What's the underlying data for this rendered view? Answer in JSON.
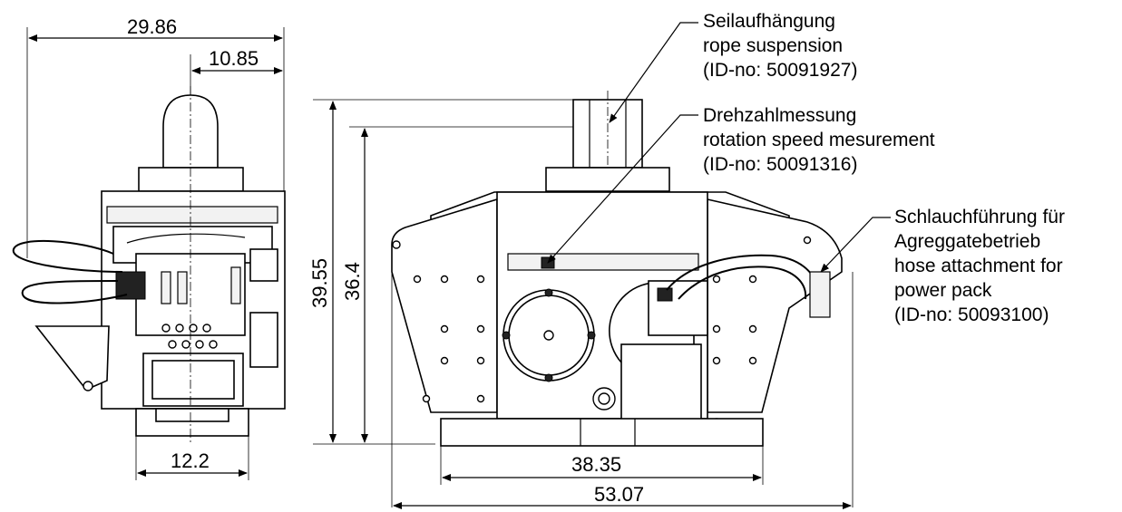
{
  "dimensions": {
    "side_overall_width": "29.86",
    "side_center_offset": "10.85",
    "side_base_width": "12.2",
    "front_overall_height": "39.55",
    "front_body_height": "36.4",
    "front_base_width": "38.35",
    "front_overall_width": "53.07"
  },
  "callouts": {
    "rope": {
      "line1": "Seilaufhängung",
      "line2": "rope suspension",
      "line3": "(ID-no: 50091927)"
    },
    "rotation": {
      "line1": "Drehzahlmessung",
      "line2": "rotation speed mesurement",
      "line3": "(ID-no: 50091316)"
    },
    "hose": {
      "line1": "Schlauchführung für",
      "line2": "Agreggatebetrieb",
      "line3": "hose attachment for",
      "line4": "power pack",
      "line5": "(ID-no: 50093100)"
    }
  }
}
